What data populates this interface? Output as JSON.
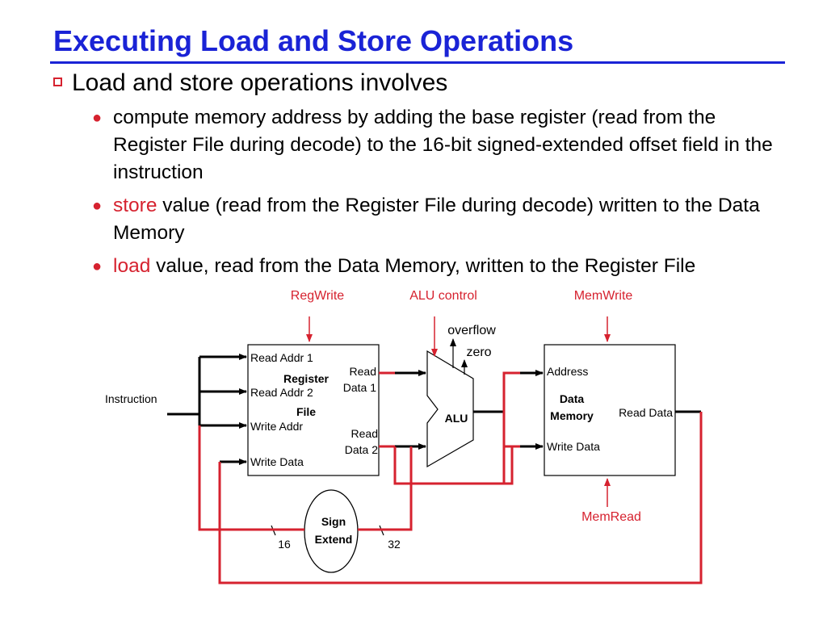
{
  "slide": {
    "title": "Executing Load and Store Operations",
    "intro": "Load and store operations involves",
    "bullets": [
      {
        "lead": "",
        "text": "compute memory address by adding the base register (read from the Register File during decode) to the 16-bit signed-extended offset field in the instruction"
      },
      {
        "lead": "store",
        "text": " value (read from the Register File during decode) written to the Data Memory"
      },
      {
        "lead": "load",
        "text": " value, read from the Data Memory, written to the Register File"
      }
    ]
  },
  "diagram": {
    "control": {
      "regwrite": "RegWrite",
      "alu_control": "ALU control",
      "memwrite": "MemWrite",
      "memread": "MemRead"
    },
    "instruction": "Instruction",
    "regfile": {
      "read_addr_1": "Read Addr 1",
      "read_addr_2": "Read Addr 2",
      "write_addr": "Write Addr",
      "write_data": "Write Data",
      "title_1": "Register",
      "title_2": "File",
      "read_data_1_a": "Read",
      "read_data_1_b": "Data 1",
      "read_data_2_a": "Read",
      "read_data_2_b": "Data 2"
    },
    "alu": {
      "label": "ALU",
      "overflow": "overflow",
      "zero": "zero"
    },
    "memory": {
      "address": "Address",
      "title_1": "Data",
      "title_2": "Memory",
      "read_data": "Read Data",
      "write_data": "Write Data"
    },
    "sign_extend": {
      "line_1": "Sign",
      "line_2": "Extend",
      "in_bits": "16",
      "out_bits": "32"
    },
    "colors": {
      "title_blue": "#1a23d6",
      "accent_red": "#d6222f"
    }
  }
}
